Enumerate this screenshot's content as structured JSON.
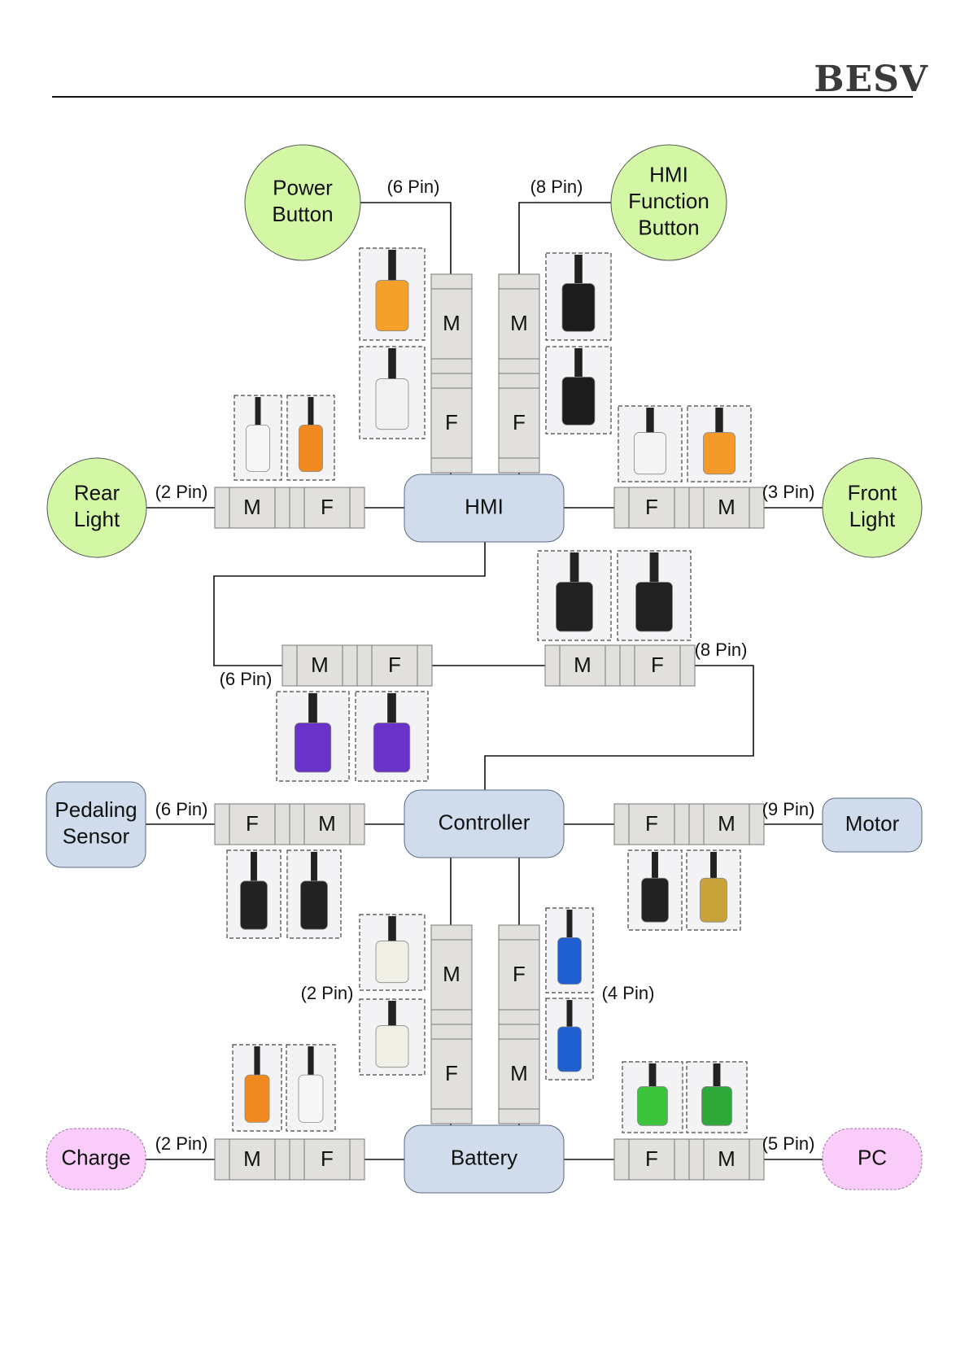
{
  "header": {
    "brand": "BESV"
  },
  "colors": {
    "accessory_node": "#d4f7a6",
    "core_node": "#d0dcec",
    "external_node": "#f9ccf9",
    "connector_fill": "#e2e0dc",
    "line": "#111111"
  },
  "nodes": {
    "power_button": {
      "label": [
        "Power",
        "Button"
      ],
      "kind": "accessory"
    },
    "hmi_function_button": {
      "label": [
        "HMI",
        "Function",
        "Button"
      ],
      "kind": "accessory"
    },
    "rear_light": {
      "label": [
        "Rear",
        "Light"
      ],
      "kind": "accessory"
    },
    "front_light": {
      "label": [
        "Front",
        "Light"
      ],
      "kind": "accessory"
    },
    "hmi": {
      "label": [
        "HMI"
      ],
      "kind": "core"
    },
    "controller": {
      "label": [
        "Controller"
      ],
      "kind": "core"
    },
    "battery": {
      "label": [
        "Battery"
      ],
      "kind": "core"
    },
    "pedaling_sensor": {
      "label": [
        "Pedaling",
        "Sensor"
      ],
      "kind": "core"
    },
    "motor": {
      "label": [
        "Motor"
      ],
      "kind": "core"
    },
    "charge": {
      "label": [
        "Charge"
      ],
      "kind": "external"
    },
    "pc": {
      "label": [
        "PC"
      ],
      "kind": "external"
    }
  },
  "connections": [
    {
      "id": "power-button-hmi",
      "from": "Power Button",
      "to": "HMI",
      "pins": "(6 Pin)",
      "connector": [
        "M",
        "F"
      ],
      "photos": [
        "white connector with orange insert (male)",
        "white 8-hole connector (female)"
      ]
    },
    {
      "id": "hmi-function-button-hmi",
      "from": "HMI Function Button",
      "to": "HMI",
      "pins": "(8 Pin)",
      "connector": [
        "M",
        "F"
      ],
      "photos": [
        "black 8-pin connector (male)",
        "black connector with colored wires (female)"
      ]
    },
    {
      "id": "rear-light-hmi",
      "from": "Rear Light",
      "to": "HMI",
      "pins": "(2 Pin)",
      "connector": [
        "M",
        "F"
      ],
      "photos": [
        "white 2-pin connector",
        "beige connector with orange tip"
      ]
    },
    {
      "id": "hmi-front-light",
      "from": "HMI",
      "to": "Front Light",
      "pins": "(3 Pin)",
      "connector": [
        "F",
        "M"
      ],
      "photos": [
        "white 3-pin connector",
        "white connector with orange insert"
      ]
    },
    {
      "id": "hmi-controller-a",
      "from": "HMI",
      "to": "Controller",
      "pins": "(6 Pin)",
      "connector": [
        "M",
        "F"
      ],
      "photos": [
        "purple M12 male connector",
        "purple M12 female connector"
      ]
    },
    {
      "id": "hmi-controller-b",
      "from": "HMI",
      "to": "Controller",
      "pins": "(8 Pin)",
      "connector": [
        "M",
        "F"
      ],
      "photos": [
        "black round 8-pin male connector",
        "black round 8-hole female connector"
      ]
    },
    {
      "id": "pedaling-sensor-controller",
      "from": "Pedaling Sensor",
      "to": "Controller",
      "pins": "(6 Pin)",
      "connector": [
        "F",
        "M"
      ],
      "photos": [
        "black round female connector",
        "black round male connector"
      ]
    },
    {
      "id": "controller-motor",
      "from": "Controller",
      "to": "Motor",
      "pins": "(9 Pin)",
      "connector": [
        "F",
        "M"
      ],
      "photos": [
        "black 9-hole female connector",
        "brass pin male connector"
      ]
    },
    {
      "id": "controller-battery-power",
      "from": "Controller",
      "to": "Battery",
      "pins": "(2 Pin)",
      "connector": [
        "M",
        "F"
      ],
      "photos": [
        "white 2-pin power connector (male)",
        "white 2-pin power connector (female)"
      ]
    },
    {
      "id": "controller-battery-signal",
      "from": "Controller",
      "to": "Battery",
      "pins": "(4 Pin)",
      "connector": [
        "F",
        "M"
      ],
      "photos": [
        "blue M8 female connector",
        "blue M8 male connector"
      ]
    },
    {
      "id": "charge-battery",
      "from": "Charge",
      "to": "Battery",
      "pins": "(2 Pin)",
      "connector": [
        "M",
        "F"
      ],
      "photos": [
        "white 2-pin connector with orange tip",
        "white 2-pin connector"
      ]
    },
    {
      "id": "battery-pc",
      "from": "Battery",
      "to": "PC",
      "pins": "(5 Pin)",
      "connector": [
        "F",
        "M"
      ],
      "photos": [
        "green M12 female connector",
        "green M12 male connector"
      ]
    }
  ]
}
